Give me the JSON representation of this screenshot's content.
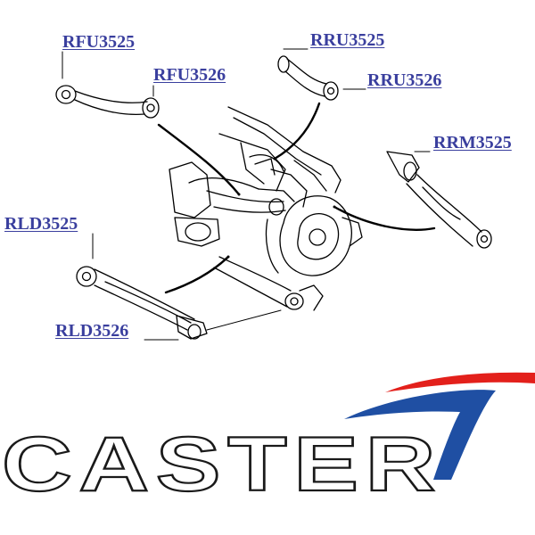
{
  "labels": {
    "rfu3525": "RFU3525",
    "rfu3526": "RFU3526",
    "rru3525": "RRU3525",
    "rru3526": "RRU3526",
    "rrm3525": "RRM3525",
    "rld3525": "RLD3525",
    "rld3526": "RLD3526"
  },
  "logo": {
    "text": "CASTER"
  },
  "colors": {
    "label": "#3a3f9e",
    "swoosh_red": "#e3201b",
    "swoosh_blue": "#1f4fa3",
    "line": "#000000"
  }
}
